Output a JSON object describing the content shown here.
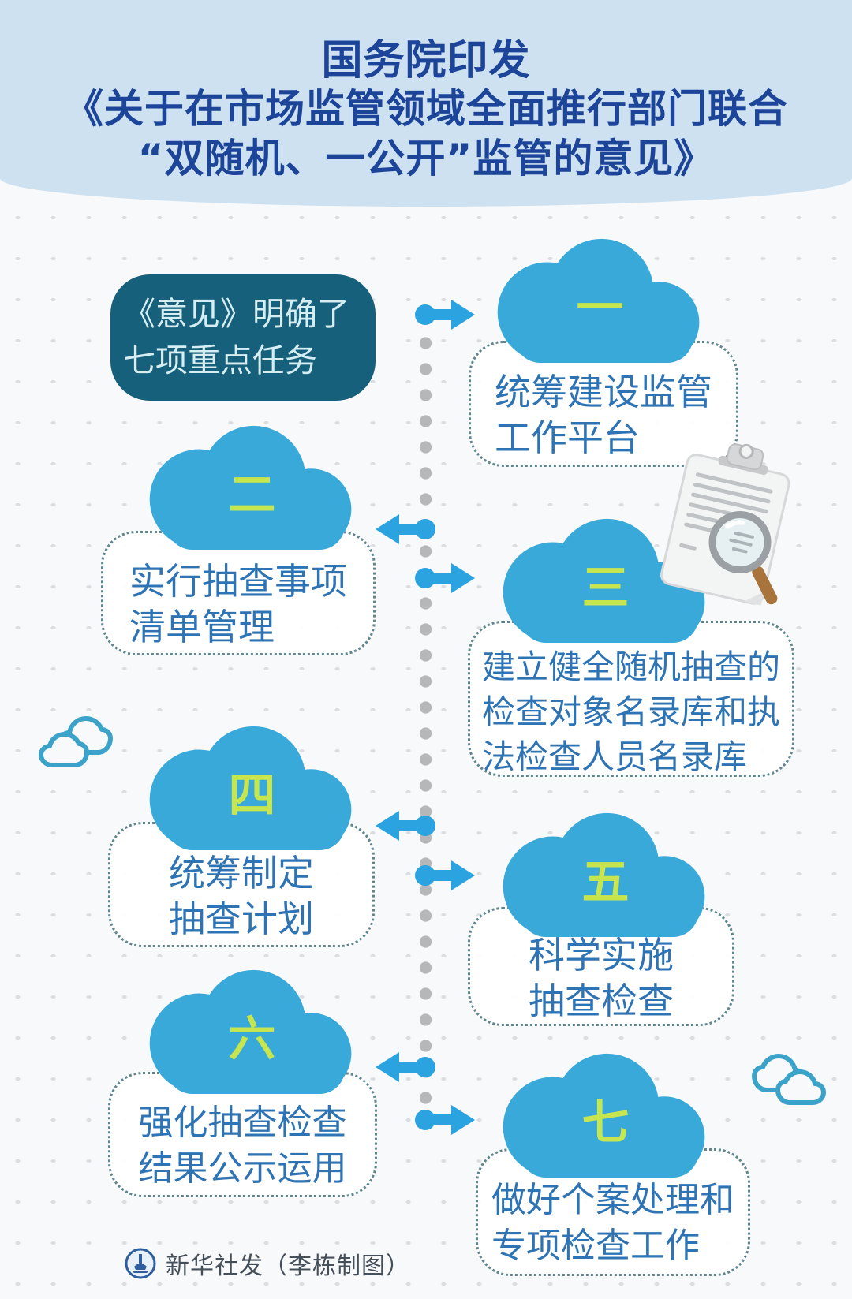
{
  "header": {
    "line1": "国务院印发",
    "line2": "《关于在市场监管领域全面推行部门联合",
    "line3": "“双随机、一公开”监管的意见》"
  },
  "intro": {
    "line1": "《意见》明确了",
    "line2": "七项重点任务"
  },
  "tasks": [
    {
      "number": "一",
      "side": "right",
      "lines": [
        "统筹建设监管",
        "工作平台"
      ]
    },
    {
      "number": "二",
      "side": "left",
      "lines": [
        "实行抽查事项",
        "清单管理"
      ]
    },
    {
      "number": "三",
      "side": "right",
      "lines": [
        "建立健全随机抽查的",
        "检查对象名录库和执",
        "法检查人员名录库"
      ]
    },
    {
      "number": "四",
      "side": "left",
      "lines": [
        "统筹制定",
        "抽查计划"
      ]
    },
    {
      "number": "五",
      "side": "right",
      "lines": [
        "科学实施",
        "抽查检查"
      ]
    },
    {
      "number": "六",
      "side": "left",
      "lines": [
        "强化抽查检查",
        "结果公示运用"
      ]
    },
    {
      "number": "七",
      "side": "right",
      "lines": [
        "做好个案处理和",
        "专项检查工作"
      ]
    }
  ],
  "footer": {
    "credit": "新华社发（李栋制图）"
  },
  "colors": {
    "header_bg": "#cde1f1",
    "title_text": "#1c4499",
    "intro_box_bg": "#17607c",
    "intro_box_text": "#d6eef2",
    "cloud_blue": "#38a9d9",
    "number_green": "#c6e54e",
    "arrow_blue": "#2aa3e0",
    "task_text_blue": "#2e74b5",
    "dotted_border": "#5e868f",
    "flow_dots_gray": "#b5b7b9"
  }
}
